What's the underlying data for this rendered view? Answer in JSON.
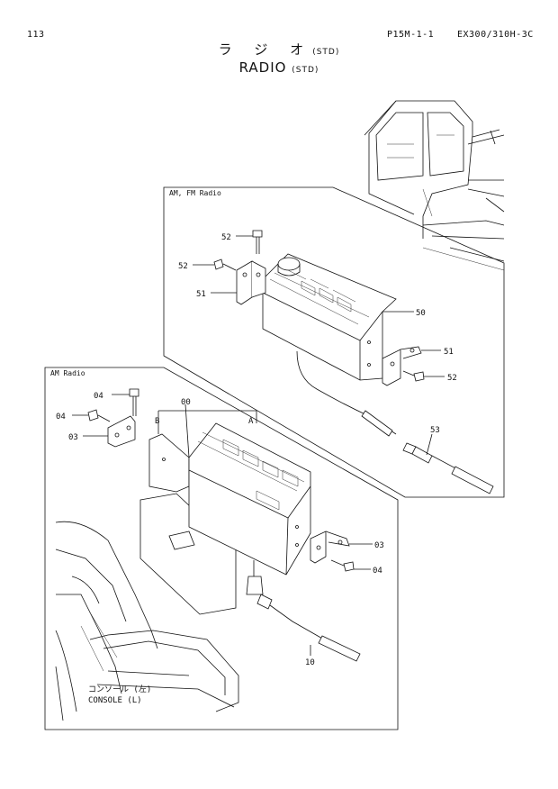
{
  "header": {
    "page_number": "113",
    "code": "P15M-1-1",
    "model": "EX300/310H-3C"
  },
  "title": {
    "jp": "ラ ジ オ",
    "jp_suffix": "(STD)",
    "en": "RADIO",
    "en_suffix": "(STD)"
  },
  "sections": {
    "am_fm_label": "AM, FM Radio",
    "am_label": "AM Radio"
  },
  "callouts": {
    "c52_top": "52",
    "c52_left": "52",
    "c51_left": "51",
    "c50": "50",
    "c51_right": "51",
    "c52_right": "52",
    "c53": "53",
    "c00": "00",
    "cB": "B",
    "cA": "A",
    "c04_top": "04",
    "c04_left": "04",
    "c03_left": "03",
    "c03_right": "03",
    "c04_right": "04",
    "c10": "10"
  },
  "console": {
    "jp": "コンソール (左)",
    "en": "CONSOLE (L)"
  }
}
